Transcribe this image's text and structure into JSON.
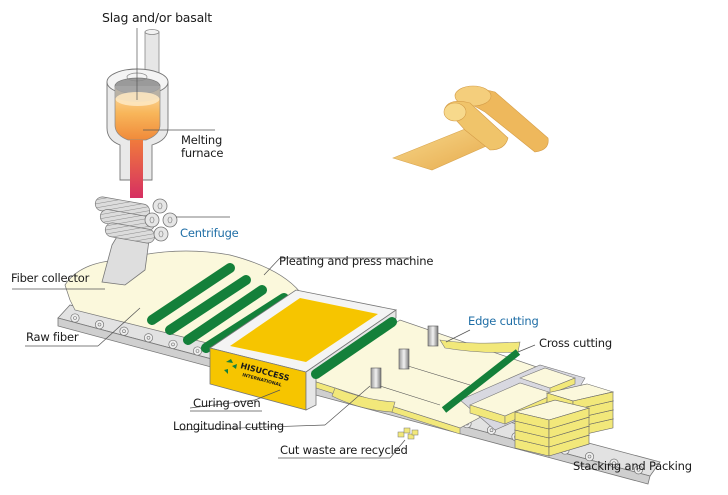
{
  "title": "Rock wool production process",
  "labels": {
    "slag": "Slag and/or basalt",
    "melting_line1": "Melting",
    "melting_line2": "furnace",
    "centrifuge": "Centrifuge",
    "fiber_collector": "Fiber collector",
    "raw_fiber": "Raw fiber",
    "pleating": "Pleating and press machine",
    "edge_cutting": "Edge cutting",
    "cross_cutting": "Cross cutting",
    "curing_oven": "Curing oven",
    "longitudinal_cutting": "Longitudinal cutting",
    "cut_waste": "Cut waste are recycled",
    "stacking": "Stacking and Packing"
  },
  "brand": {
    "name": "HISUCCESS",
    "sub": "INTERNATIONAL"
  },
  "colors": {
    "label_text": "#1a1a1a",
    "highlight_label": "#1f6ea6",
    "oven_yellow": "#f6c500",
    "roller_green": "#14803a",
    "fiber_cream": "#fbf8dc",
    "product_yellow": "#f2e87a",
    "melt_orange": "#f5a445",
    "stream_red": "#d9345c",
    "wool_roll": "#f0c46a"
  },
  "icons": [
    "furnace-icon",
    "centrifuge-icon",
    "roller-icon",
    "cutter-blade-icon",
    "product-roll-icon",
    "logo-icon"
  ]
}
